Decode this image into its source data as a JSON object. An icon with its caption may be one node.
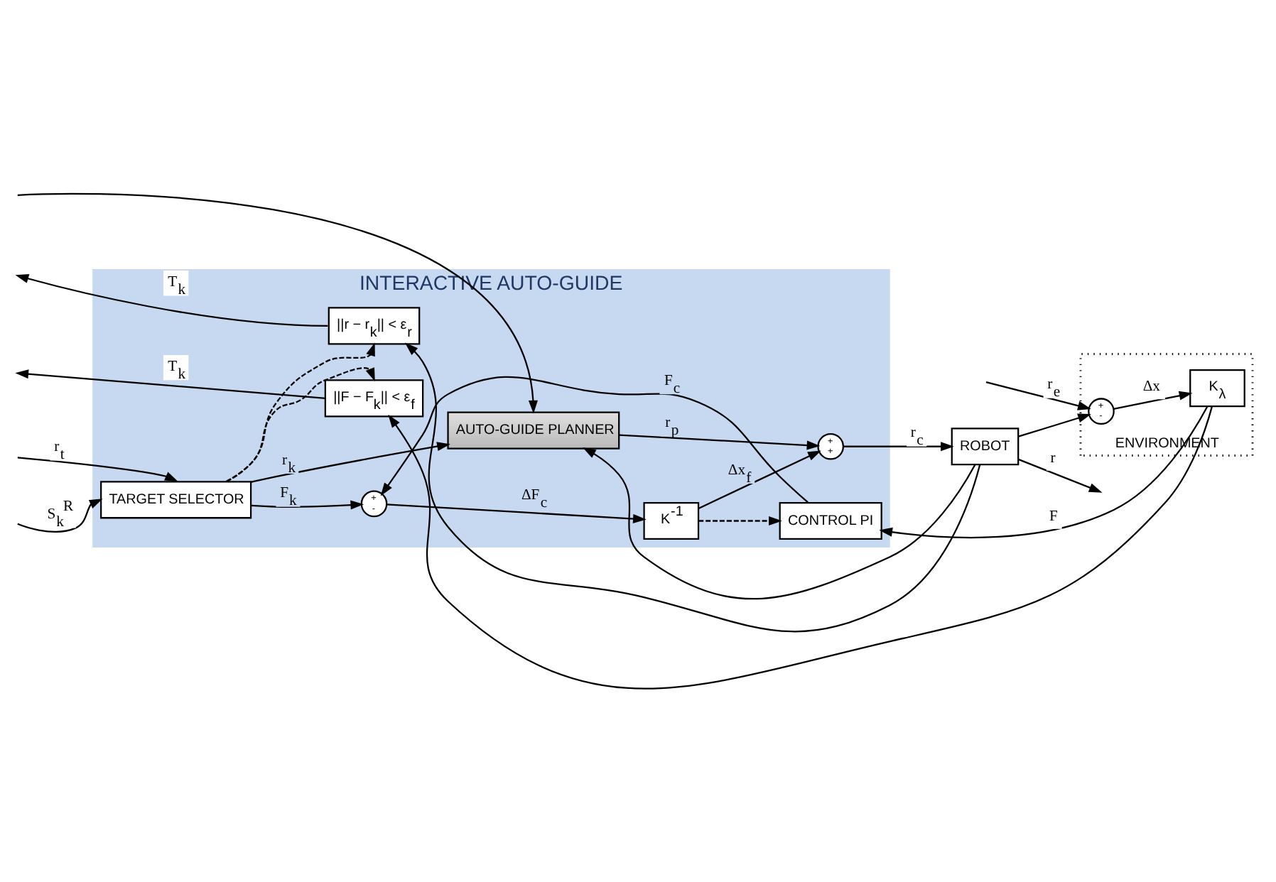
{
  "diagram": {
    "nodes": [
      {
        "text": [
          "INTERACTIVE AUTO-GUIDE"
        ]
      },
      {
        "text": [
          "||r − r$_{k}$|| < ε$_{r}$"
        ],
        "in": 0
      },
      {
        "text": [
          "TARGET SELECTOR"
        ],
        "in": 0
      },
      {
        "text": [
          "AUTO-GUIDE PLANNER"
        ],
        "in": 0
      },
      {
        "text": [
          "+",
          "+"
        ],
        "in": 0
      },
      {
        "text": [
          "+",
          "-"
        ],
        "in": 0
      },
      {
        "text": [
          "K$^{-1}$"
        ],
        "in": 0
      },
      {
        "text": [
          "CONTROL PI"
        ],
        "in": 0
      },
      {
        "text": [
          "||F − F$_{k}$|| < ε$_{f}$"
        ],
        "in": 0
      },
      {
        "text": [
          "ROBOT"
        ]
      },
      {
        "text": [
          "ENVIRONMENT"
        ]
      },
      {
        "text": [
          "+",
          "-"
        ],
        "in": 10
      },
      {
        "text": [
          "K$_{λ}$"
        ],
        "in": 10
      }
    ],
    "edges": [
      {
        "from": 1,
        "to": null,
        "arrow": "to",
        "label": "T$_{k}$"
      },
      {
        "from": null,
        "to": 2,
        "arrow": "to",
        "label": "r$_{t}$"
      },
      {
        "from": null,
        "to": 3,
        "arrow": "to"
      },
      {
        "from": null,
        "to": 2,
        "arrow": "to",
        "label": "S$_{k}$$^{R}$"
      },
      {
        "from": 2,
        "to": 3,
        "arrow": "to",
        "label": "r$_{k}$"
      },
      {
        "from": 2,
        "to": 1,
        "arrow": "to",
        "style": "dashed"
      },
      {
        "from": 9,
        "to": 1,
        "arrow": "to"
      },
      {
        "from": 9,
        "to": 3,
        "arrow": "to"
      },
      {
        "from": 9,
        "to": 11,
        "arrow": "to"
      },
      {
        "from": 9,
        "to": null,
        "arrow": "to",
        "label": "r"
      },
      {
        "from": 3,
        "to": 4,
        "arrow": "to",
        "label": "r$_{p}$"
      },
      {
        "from": 4,
        "to": 9,
        "arrow": "to",
        "label": "r$_{c}$"
      },
      {
        "from": 2,
        "to": 5,
        "arrow": "to",
        "label": "F$_{k}$"
      },
      {
        "from": 2,
        "to": 8,
        "arrow": "to",
        "style": "dashed"
      },
      {
        "from": 5,
        "to": 6,
        "arrow": "to",
        "label": "ΔF$_{c}$"
      },
      {
        "from": 6,
        "to": 4,
        "arrow": "to",
        "label": "Δx$_{f}$"
      },
      {
        "from": 6,
        "to": 7,
        "arrow": "to",
        "style": "dashed"
      },
      {
        "from": 7,
        "to": 5,
        "arrow": "to",
        "label": "F$_{c}$"
      },
      {
        "from": 12,
        "to": 7,
        "arrow": "to",
        "label": "F"
      },
      {
        "from": 12,
        "to": 8,
        "arrow": "to"
      },
      {
        "from": null,
        "to": 11,
        "arrow": "to",
        "label": "r$_{e}$"
      },
      {
        "from": 11,
        "to": 12,
        "arrow": "to",
        "label": "Δx"
      },
      {
        "from": 8,
        "to": null,
        "arrow": "to",
        "label": "T$_{k}$"
      }
    ]
  }
}
